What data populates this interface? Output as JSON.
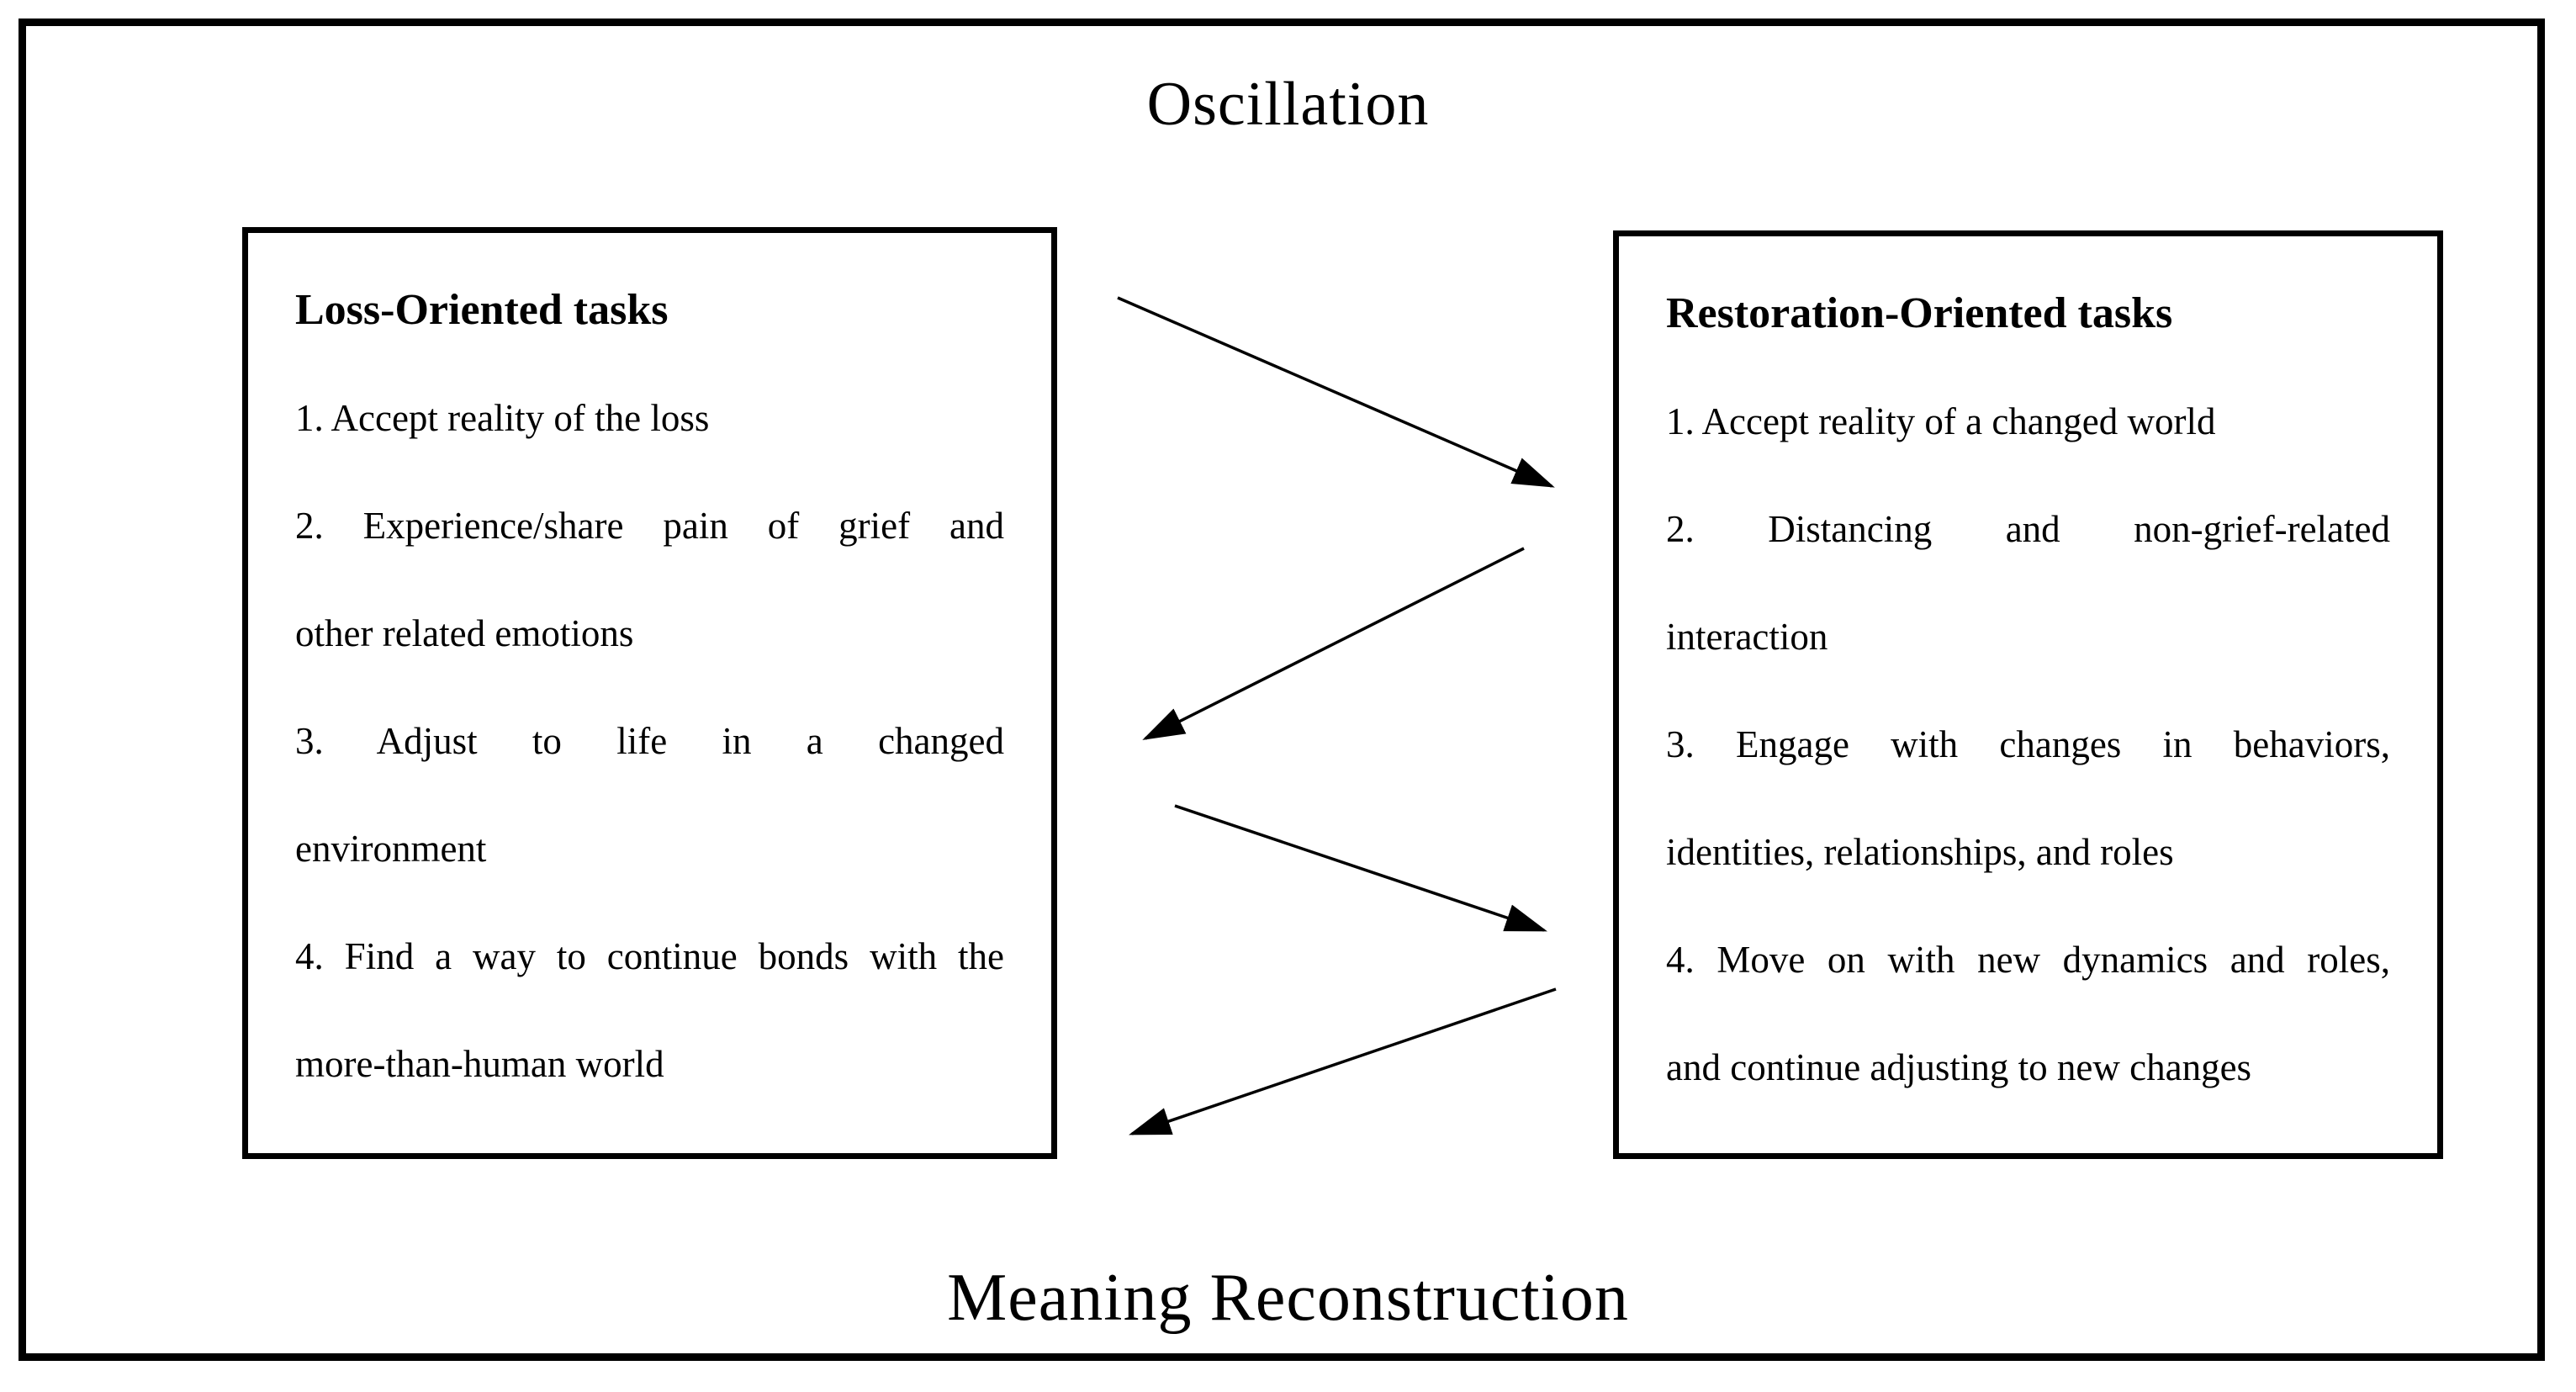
{
  "title": "Oscillation",
  "bottom_title": "Meaning Reconstruction",
  "left_box": {
    "heading": "Loss-Oriented tasks",
    "lines": [
      {
        "text": "1. Accept reality of the loss",
        "justify": false
      },
      {
        "text": "2. Experience/share pain of grief and",
        "justify": true
      },
      {
        "text": "other related emotions",
        "justify": false
      },
      {
        "text": "3. Adjust to life in a changed",
        "justify": true
      },
      {
        "text": "environment",
        "justify": false
      },
      {
        "text": "4. Find a way to continue bonds with the",
        "justify": true
      },
      {
        "text": "more-than-human world",
        "justify": false
      }
    ]
  },
  "right_box": {
    "heading": "Restoration-Oriented tasks",
    "lines": [
      {
        "text": "1. Accept reality of a changed world",
        "justify": false
      },
      {
        "text": "2. Distancing and non-grief-related",
        "justify": true
      },
      {
        "text": "interaction",
        "justify": false
      },
      {
        "text": "3. Engage with changes in behaviors,",
        "justify": true
      },
      {
        "text": "identities, relationships, and roles",
        "justify": false
      },
      {
        "text": "4. Move on with new dynamics and roles,",
        "justify": true
      },
      {
        "text": "and continue adjusting to new changes",
        "justify": false
      }
    ]
  },
  "arrows": [
    {
      "name": "oscillation-arrow-1",
      "direction": "loss-to-restoration"
    },
    {
      "name": "oscillation-arrow-2",
      "direction": "restoration-to-loss"
    },
    {
      "name": "oscillation-arrow-3",
      "direction": "loss-to-restoration"
    },
    {
      "name": "oscillation-arrow-4",
      "direction": "restoration-to-loss"
    }
  ],
  "colors": {
    "ink": "#000000",
    "background": "#ffffff"
  }
}
